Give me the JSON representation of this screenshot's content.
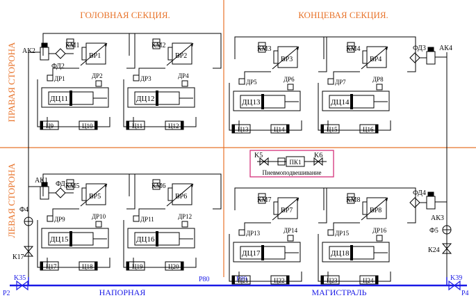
{
  "sections": {
    "head": "ГОЛОВНАЯ СЕКЦИЯ.",
    "tail": "КОНЦЕВАЯ СЕКЦИЯ."
  },
  "sides": {
    "right": "ПРАВАЯ СТОРОНА",
    "left": "ЛЕВАЯ СТОРОНА"
  },
  "main_line": {
    "left_label": "НАПОРНАЯ",
    "right_label": "МАГИСТРАЛЬ",
    "p2": "P2",
    "p4": "P4",
    "p80": "P80",
    "p89": "P89",
    "k35": "K35",
    "k39": "K39"
  },
  "pneumatic": {
    "title": "Пневмоподвешивание",
    "box": "ПК1",
    "k5": "K5",
    "k6": "K6"
  },
  "side_devices": {
    "ak2": "АК2",
    "fd2": "ФД2",
    "ak1": "АК1",
    "fd": "ФД",
    "f4": "Ф4",
    "k17": "К17",
    "ak4": "АК4",
    "fd3": "ФД3",
    "ak3": "АК3",
    "fd4": "ФД4",
    "f5": "Ф5",
    "k24": "К24"
  },
  "units": [
    {
      "vr": "ВР1",
      "km": "КМ1",
      "dr_a": "ДР1",
      "dr_b": "ДР2",
      "dc": "ДЦ11",
      "c_a": "Ц9",
      "c_b": "Ц10"
    },
    {
      "vr": "ВР2",
      "km": "КМ2",
      "dr_a": "ДР3",
      "dr_b": "ДР4",
      "dc": "ДЦ12",
      "c_a": "Ц11",
      "c_b": "Ц12"
    },
    {
      "vr": "ВР3",
      "km": "КМ3",
      "dr_a": "ДР5",
      "dr_b": "ДР6",
      "dc": "ДЦ13",
      "c_a": "Ц13",
      "c_b": "Ц14"
    },
    {
      "vr": "ВР4",
      "km": "КМ4",
      "dr_a": "ДР7",
      "dr_b": "ДР8",
      "dc": "ДЦ14",
      "c_a": "Ц15",
      "c_b": "Ц16"
    },
    {
      "vr": "ВР5",
      "km": "КМ5",
      "dr_a": "ДР9",
      "dr_b": "ДР10",
      "dc": "ДЦ15",
      "c_a": "Ц17",
      "c_b": "Ц18"
    },
    {
      "vr": "ВР6",
      "km": "КМ6",
      "dr_a": "ДР11",
      "dr_b": "ДР12",
      "dc": "ДЦ16",
      "c_a": "Ц19",
      "c_b": "Ц20"
    },
    {
      "vr": "ВР7",
      "km": "КМ7",
      "dr_a": "ДР13",
      "dr_b": "ДР14",
      "dc": "ДЦ17",
      "c_a": "Ц21",
      "c_b": "Ц22"
    },
    {
      "vr": "ВР8",
      "km": "КМ8",
      "dr_a": "ДР15",
      "dr_b": "ДР16",
      "dc": "ДЦ18",
      "c_a": "Ц23",
      "c_b": "Ц24"
    }
  ],
  "colors": {
    "ink": "#000000",
    "divider": "#e8732a",
    "heading": "#e8732a",
    "main_line": "#1a1ae6",
    "main_label": "#1a1ae6",
    "pink_frame": "#d4307a"
  }
}
